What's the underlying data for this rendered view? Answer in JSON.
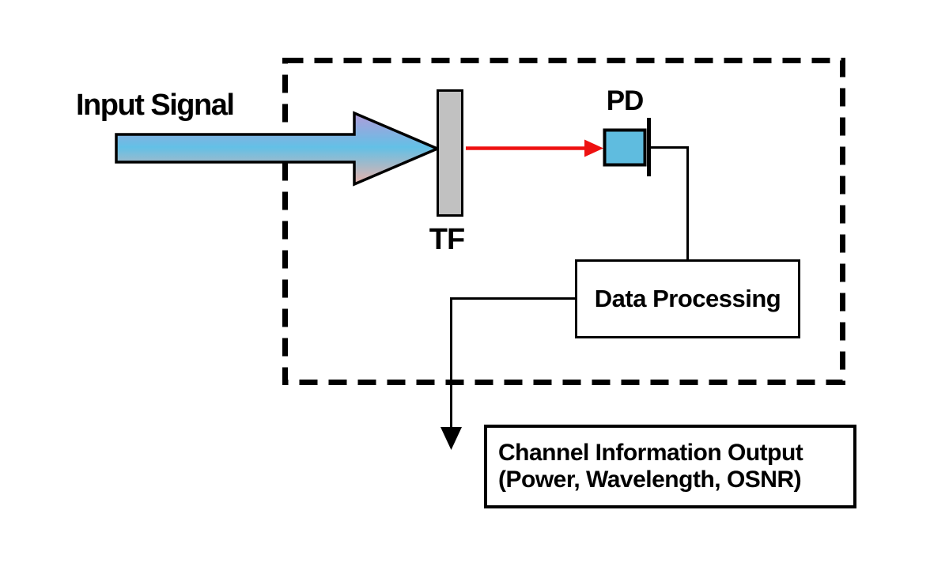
{
  "diagram": {
    "labels": {
      "input_signal": "Input Signal",
      "tf": "TF",
      "pd": "PD",
      "data_processing": "Data Processing",
      "output_line1": "Channel Information Output",
      "output_line2": "(Power, Wavelength, OSNR)"
    },
    "colors": {
      "signal_gradient_top": "#b29bd9",
      "signal_gradient_mid": "#63c0e6",
      "signal_gradient_bottom": "#eab2aa",
      "tf_fill": "#c1c1c1",
      "pd_fill": "#5fbcdf",
      "beam_red": "#ee1111",
      "line_black": "#000000"
    }
  }
}
